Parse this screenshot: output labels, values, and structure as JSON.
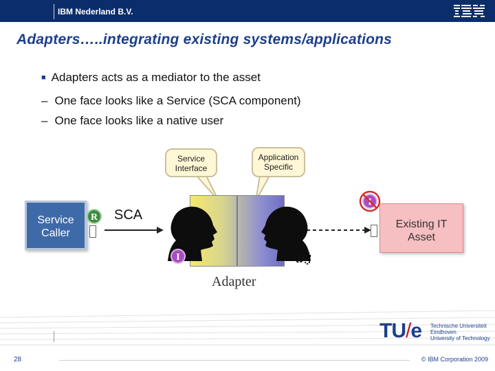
{
  "header": {
    "company": "IBM Nederland B.V.",
    "logo": "IBM"
  },
  "slide": {
    "title": "Adapters…..integrating existing systems/applications",
    "bullet": "Adapters acts as a mediator to the asset",
    "subbullets": [
      "One face looks like a Service (SCA component)",
      "One face looks like a native user"
    ]
  },
  "diagram": {
    "bubble_service_interface": [
      "Service",
      "Interface"
    ],
    "bubble_application_specific": [
      "Application",
      "Specific"
    ],
    "service_caller": [
      "Service",
      "Caller"
    ],
    "badge_r": "R",
    "badge_i_left": "I",
    "badge_i_right": "I",
    "sca_label": "SCA",
    "existing_it": [
      "Existing IT",
      "Asset"
    ],
    "adapter_label": "Adapter",
    "colors": {
      "service_caller": "#3f6aa8",
      "existing_it": "#f6bfc1",
      "reference_badge": "#3f8a3f",
      "interface_badge": "#a84ec0",
      "prohibit_circle": "#d22b2b"
    }
  },
  "footer": {
    "page_number": "28",
    "copyright": "© IBM Corporation 2009",
    "tue_logo": "TU/e",
    "tue_lines": [
      "Technische Universiteit",
      "Eindhoven",
      "University of Technology"
    ]
  }
}
